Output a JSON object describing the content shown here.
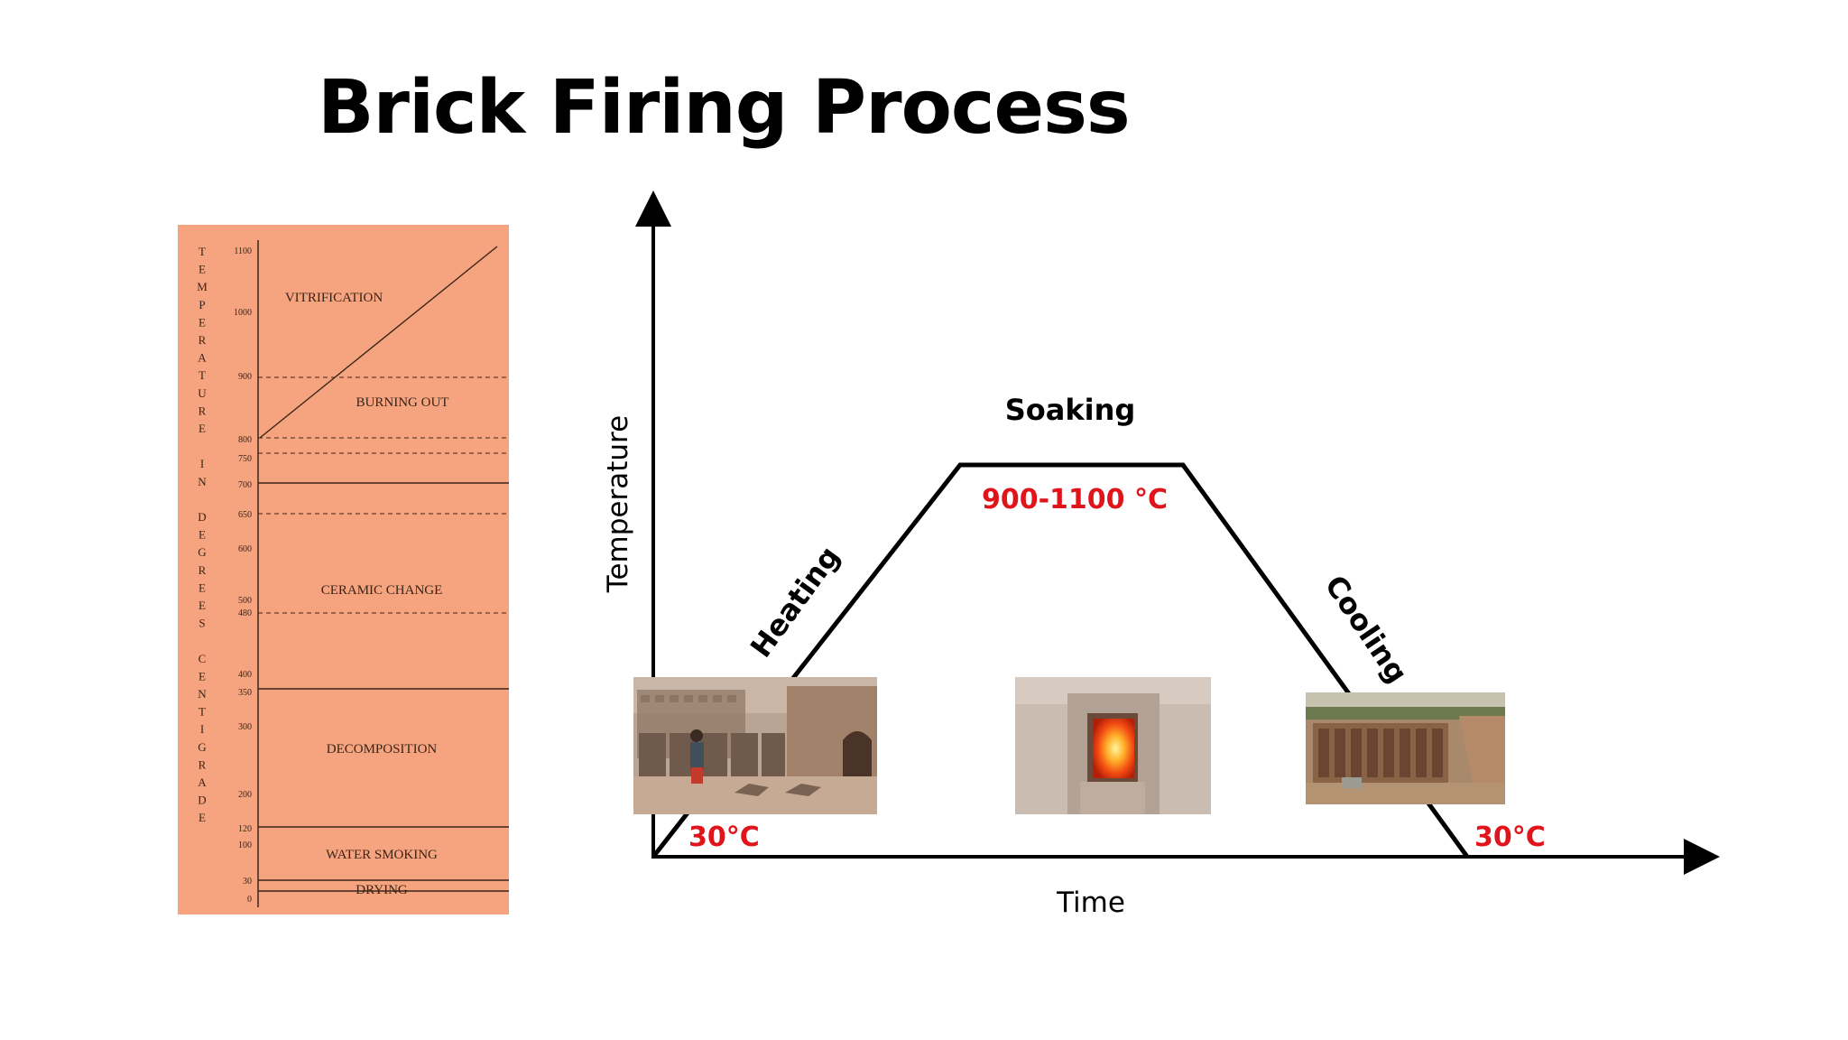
{
  "title": "Brick Firing Process",
  "stage_chart": {
    "axis_label_letters": [
      "T",
      "E",
      "M",
      "P",
      "E",
      "R",
      "A",
      "T",
      "U",
      "R",
      "E",
      "",
      "I",
      "N",
      "",
      "D",
      "E",
      "G",
      "R",
      "E",
      "E",
      "S",
      "",
      "C",
      "E",
      "N",
      "T",
      "I",
      "G",
      "R",
      "A",
      "D",
      "E"
    ],
    "ticks": [
      "1100",
      "1000",
      "900",
      "800",
      "750",
      "700",
      "650",
      "600",
      "500",
      "480",
      "400",
      "350",
      "300",
      "200",
      "120",
      "100",
      "30",
      "0"
    ],
    "zones": [
      {
        "label": "VITRIFICATION"
      },
      {
        "label": "BURNING OUT"
      },
      {
        "label": "CERAMIC CHANGE"
      },
      {
        "label": "DECOMPOSITION"
      },
      {
        "label": "WATER SMOKING"
      },
      {
        "label": "DRYING"
      }
    ],
    "colors": {
      "panel": "#f6a47f",
      "ink": "#3a2418"
    }
  },
  "profile_diagram": {
    "y_axis_label": "Temperature",
    "x_axis_label": "Time",
    "phases": {
      "heating": "Heating",
      "soaking": "Soaking",
      "cooling": "Cooling"
    },
    "temperatures": {
      "start": "30°C",
      "soak": "900-1100 °C",
      "end": "30°C"
    },
    "colors": {
      "line": "#000000",
      "highlight": "#e0141b"
    }
  },
  "photos": {
    "heating": "brick-stacking-photo",
    "soaking": "kiln-fire-photo",
    "cooling": "cooled-bricks-photo"
  }
}
